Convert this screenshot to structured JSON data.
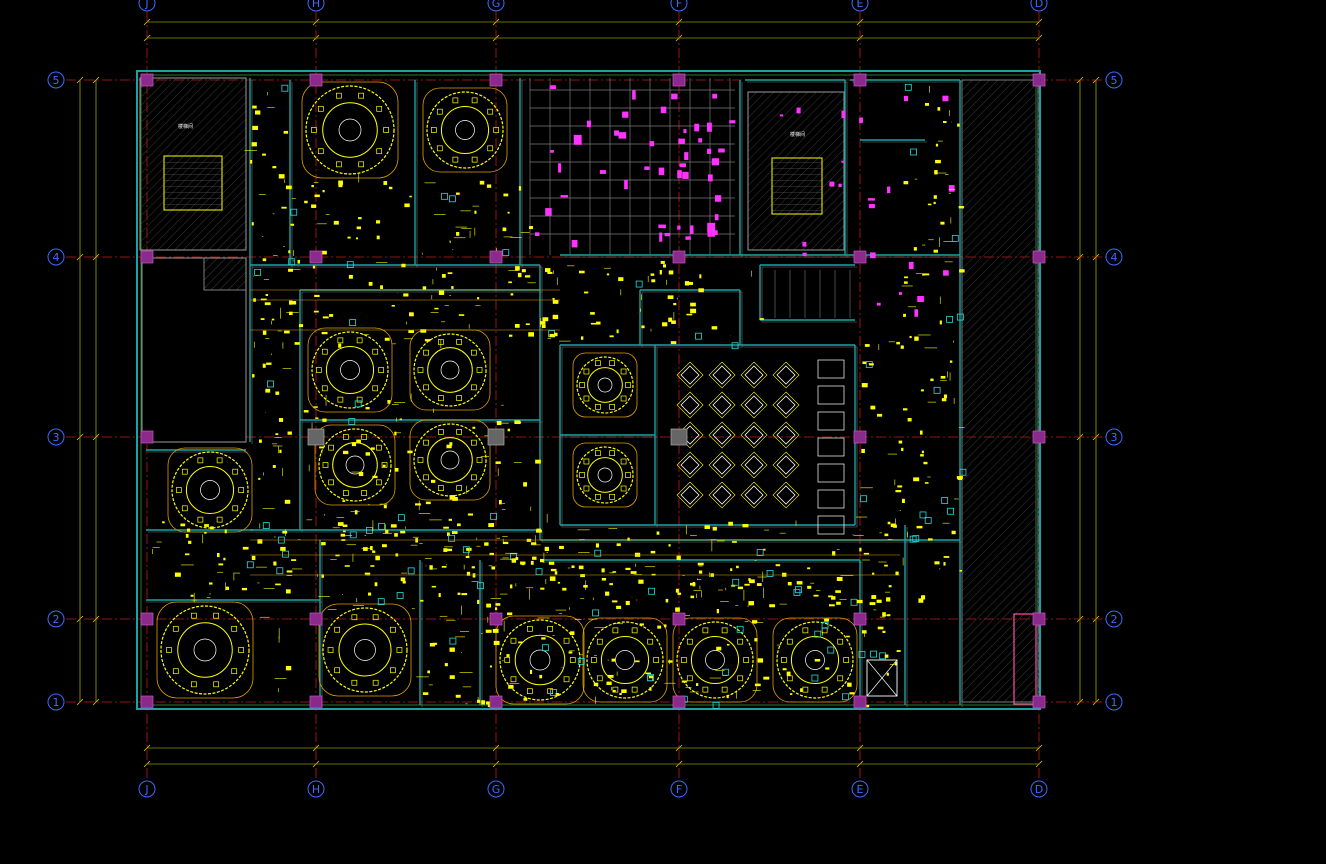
{
  "drawing": {
    "grid_columns": [
      "J",
      "H",
      "G",
      "F",
      "E",
      "D"
    ],
    "grid_rows": [
      "5",
      "4",
      "3",
      "2",
      "1"
    ],
    "colors": {
      "background": "#000000",
      "grid_axis": "#3b6bff",
      "grid_line": "#c21b1b",
      "dimension": "#d9d900",
      "wall": "#1aa3a3",
      "fixture": "#ffff00",
      "furniture": "#ff33ff",
      "partition": "#7a7a7a",
      "pink_frame": "#ff4fa3"
    }
  }
}
